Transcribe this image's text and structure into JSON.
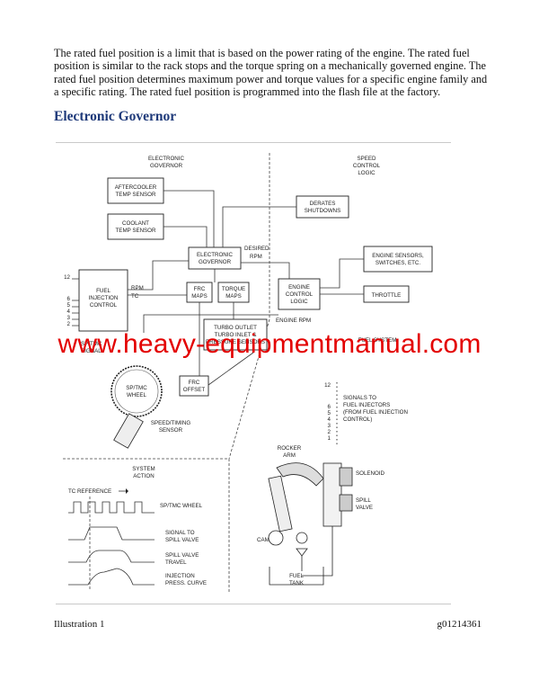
{
  "paragraph": "The rated fuel position is a limit that is based on the power rating of the engine. The rated fuel position is similar to the rack stops and the torque spring on a mechanically governed engine. The rated fuel position determines maximum power and torque values for a specific engine family and a specific rating. The rated fuel position is programmed into the flash file at the factory.",
  "heading": "Electronic Governor",
  "diagram": {
    "electronic_governor_title": [
      "ELECTRONIC",
      "GOVERNOR"
    ],
    "speed_control_title": [
      "SPEED",
      "CONTROL",
      "LOGIC"
    ],
    "aftercooler": [
      "AFTERCOOLER",
      "TEMP SENSOR"
    ],
    "coolant": [
      "COOLANT",
      "TEMP SENSOR"
    ],
    "derates": [
      "DERATES",
      "SHUTDOWNS"
    ],
    "engine_sensors": [
      "ENGINE SENSORS,",
      "SWITCHES, ETC."
    ],
    "governor_box": [
      "ELECTRONIC",
      "GOVERNOR"
    ],
    "desired_rpm": [
      "DESIRED",
      "RPM"
    ],
    "fuel_injection": [
      "FUEL",
      "INJECTION",
      "CONTROL"
    ],
    "rpm": "RPM",
    "tc": "TC",
    "frc_maps": [
      "FRC",
      "MAPS"
    ],
    "torque_maps": [
      "TORQUE",
      "MAPS"
    ],
    "engine_control": [
      "ENGINE",
      "CONTROL",
      "LOGIC"
    ],
    "throttle": "THROTTLE",
    "engine_rpm": "ENGINE RPM",
    "turbo": [
      "TURBO OUTLET",
      "TURBO INLET &",
      "PRESSURE SENSORS"
    ],
    "frc_offset": [
      "FRC",
      "OFFSET"
    ],
    "sptmc_wheel": [
      "SP/TMC",
      "WHEEL"
    ],
    "speed_timing": [
      "SPEED/TIMING",
      "SENSOR"
    ],
    "sp_signal": [
      "SP/TMC",
      "SIGNAL"
    ],
    "fuel_system": "FUEL SYSTEM",
    "injector_numbers": [
      "12",
      "6",
      "5",
      "4",
      "3",
      "2",
      "1"
    ],
    "signals_to": [
      "SIGNALS TO",
      "FUEL INJECTORS",
      "(FROM FUEL INJECTION",
      "CONTROL)"
    ],
    "rocker_arm": [
      "ROCKER",
      "ARM"
    ],
    "solenoid": "SOLENOID",
    "spill_valve": [
      "SPILL",
      "VALVE"
    ],
    "cam": "CAM",
    "fuel_tank": [
      "FUEL",
      "TANK"
    ],
    "system_action": [
      "SYSTEM",
      "ACTION"
    ],
    "tc_reference": "TC REFERENCE",
    "sptmc_wheel_wave": "SP/TMC WHEEL",
    "signal_to_spill": [
      "SIGNAL TO",
      "SPILL VALVE"
    ],
    "spill_travel": [
      "SPILL VALVE",
      "TRAVEL"
    ],
    "injection_press": [
      "INJECTION",
      "PRESS. CURVE"
    ]
  },
  "watermark": "www.heavy-equipmentmanual.com",
  "caption": "Illustration 1",
  "figure_code": "g01214361"
}
